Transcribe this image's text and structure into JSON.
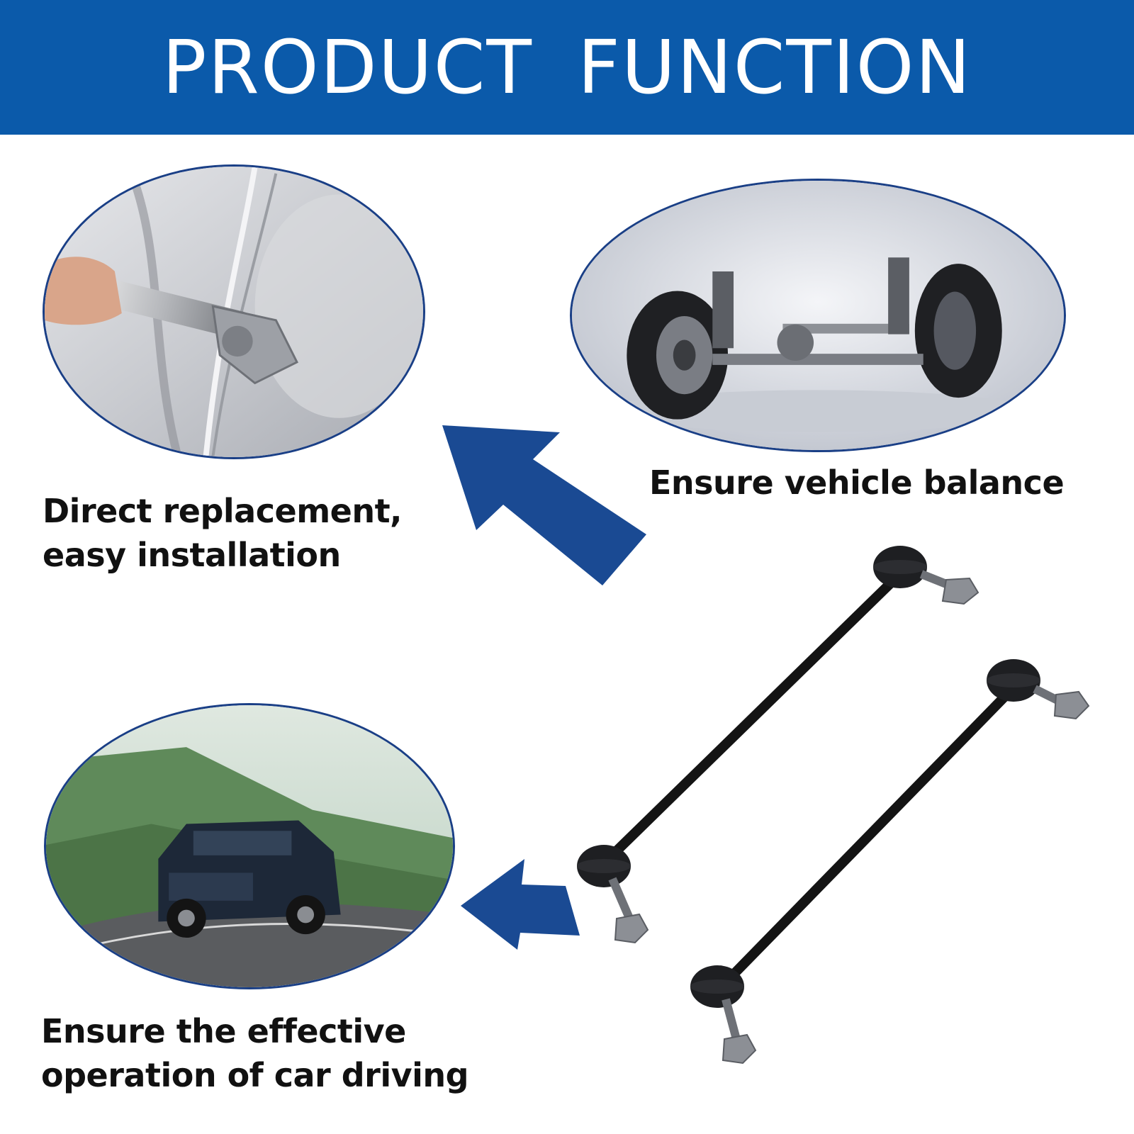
{
  "banner": {
    "title": "PRODUCT FUNCTION"
  },
  "captions": {
    "balance": "Ensure vehicle balance",
    "replacement": "Direct replacement, easy installation",
    "driving": "Ensure the effective operation of car driving"
  },
  "images": {
    "wrench": "wrench-tightening-photo",
    "axle": "suspension-axle-photo",
    "car": "suv-mountain-road-photo",
    "product": "sway-bar-links-pair"
  },
  "colors": {
    "banner": "#0b5aaa",
    "arrow": "#1a4a93",
    "text": "#111111"
  }
}
